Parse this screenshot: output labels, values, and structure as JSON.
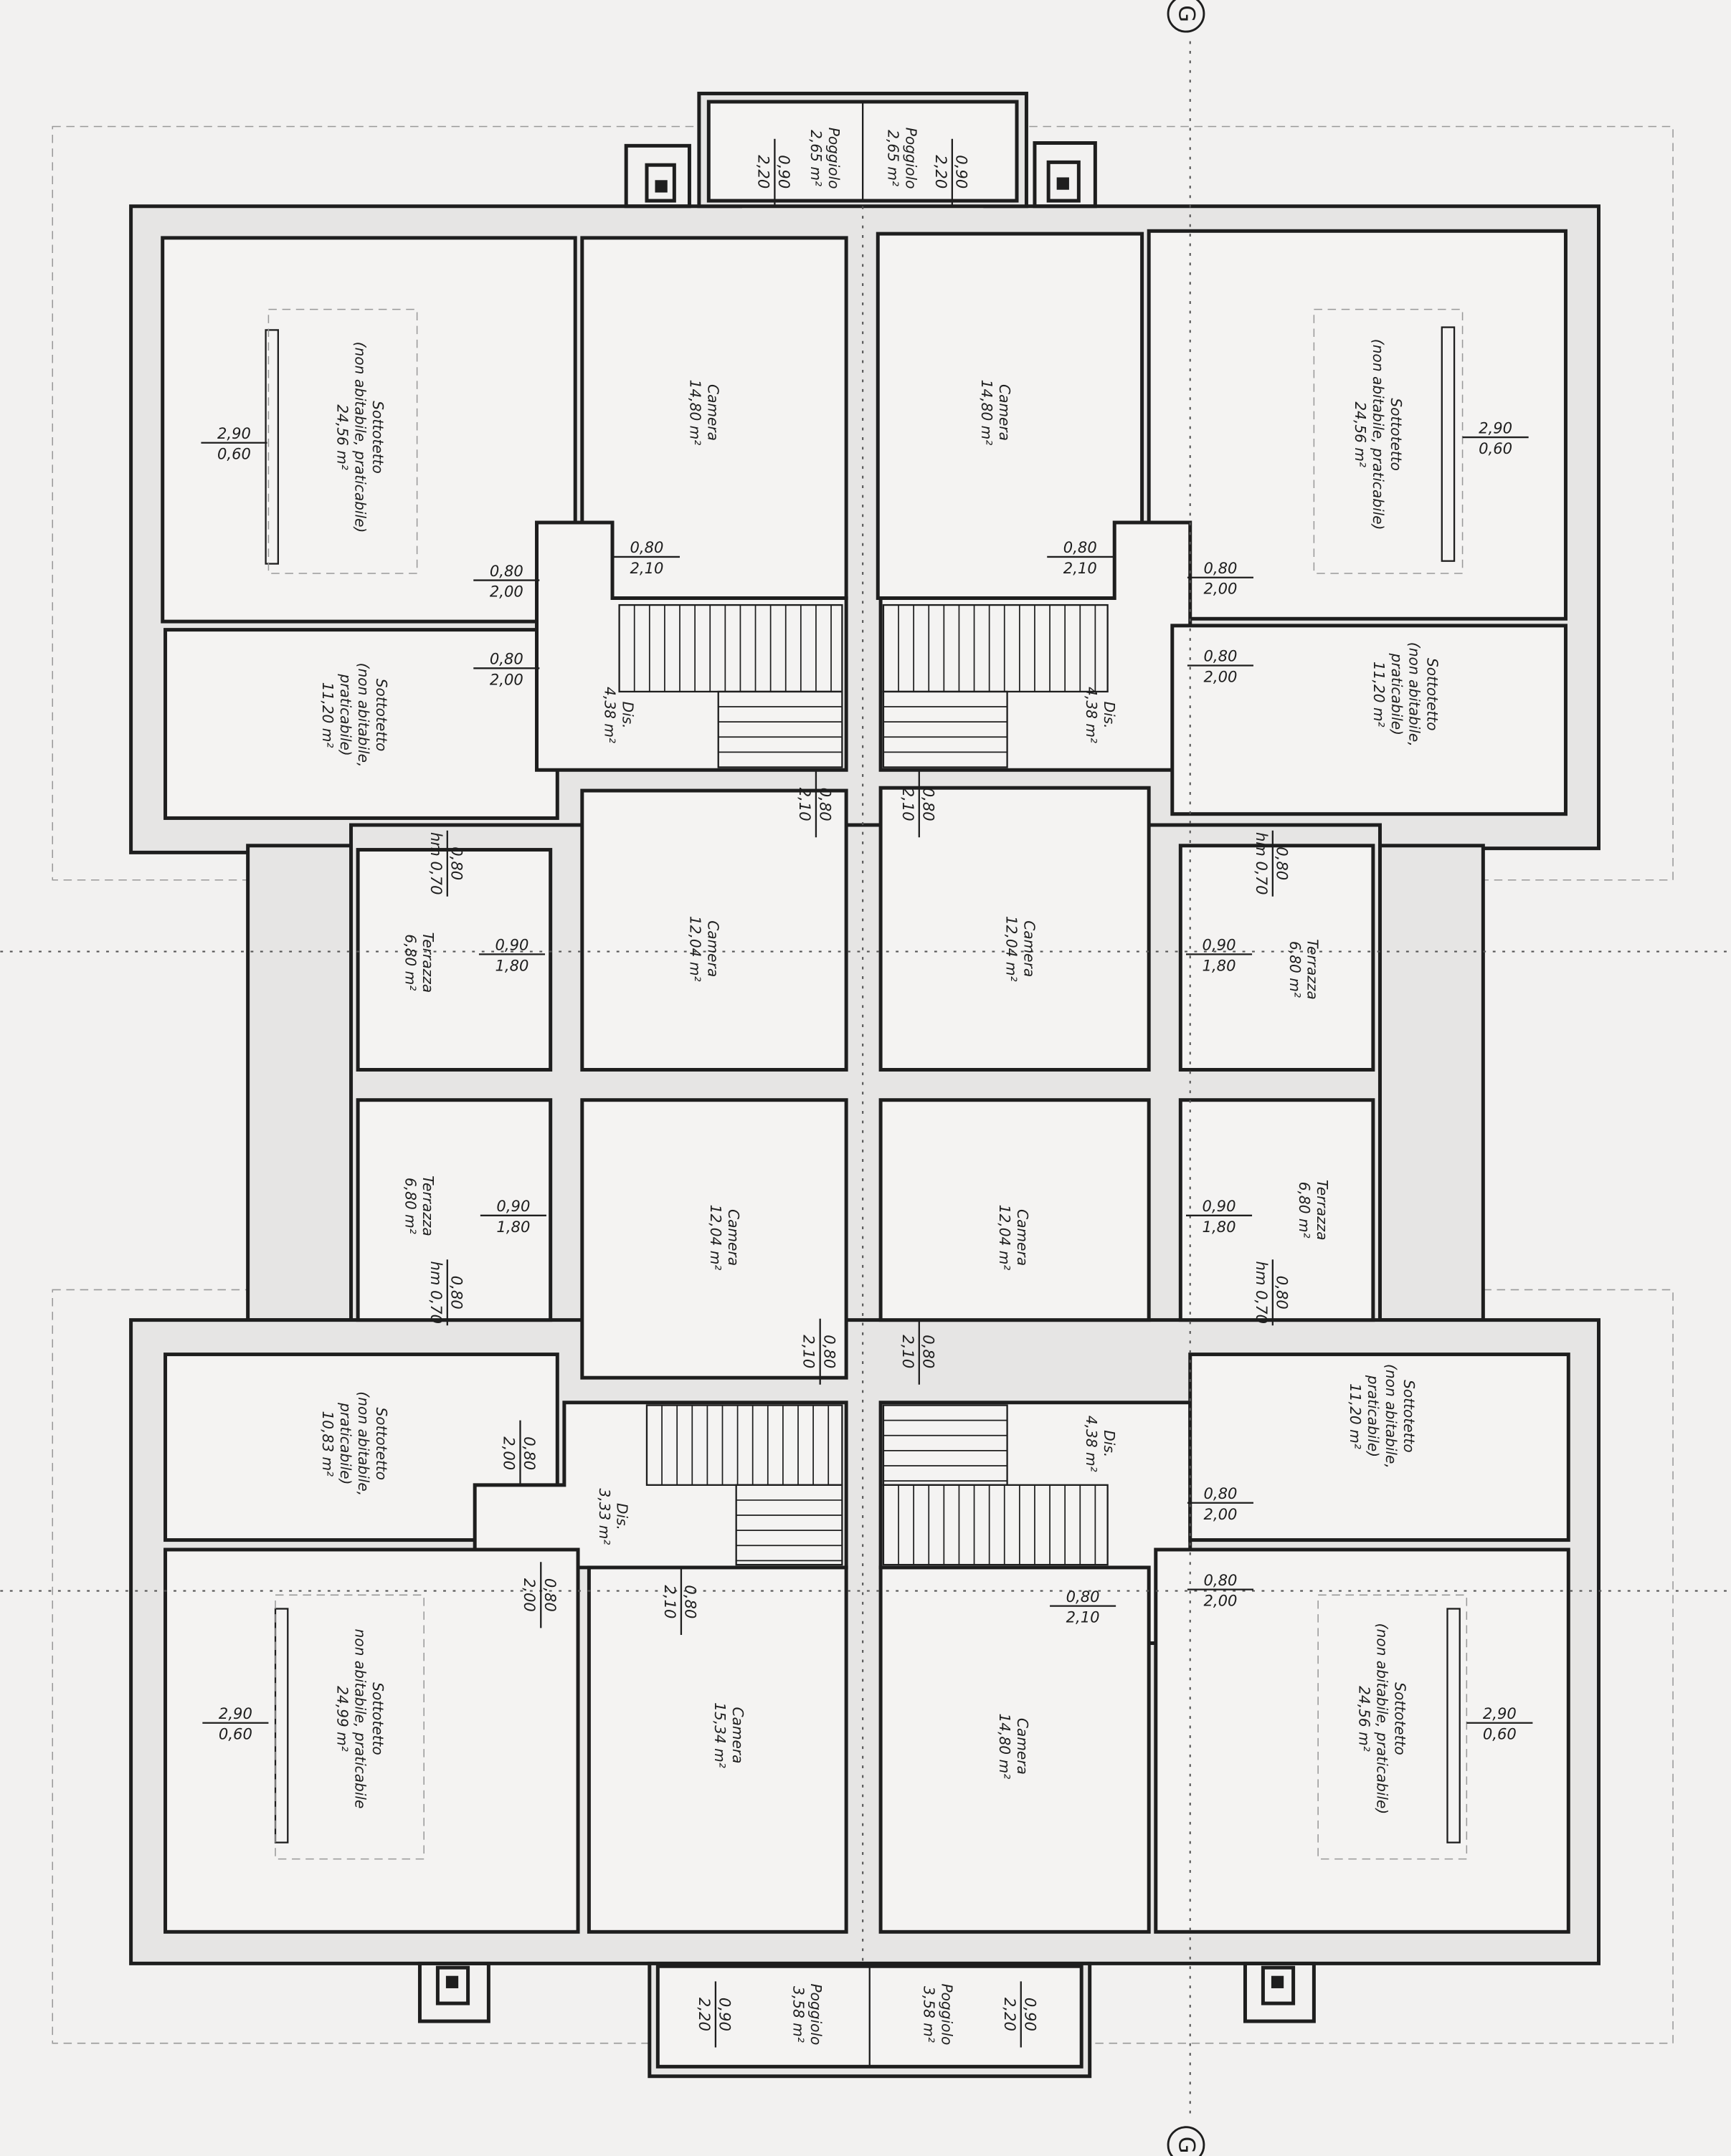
{
  "drawing": {
    "axis_marker": "G",
    "rooms": [
      {
        "lines": [
          "Poggiolo",
          "2,65 m²"
        ]
      },
      {
        "lines": [
          "Poggiolo",
          "2,65 m²"
        ]
      },
      {
        "lines": [
          "Sottotetto",
          "(non abitabile, praticabile)",
          "24,56 m²"
        ]
      },
      {
        "lines": [
          "Camera",
          "14,80 m²"
        ]
      },
      {
        "lines": [
          "Camera",
          "14,80 m²"
        ]
      },
      {
        "lines": [
          "Sottotetto",
          "(non abitabile, praticabile)",
          "24,56 m²"
        ]
      },
      {
        "lines": [
          "Sottotetto",
          "(non abitabile,",
          "praticabile)",
          "11,20 m²"
        ]
      },
      {
        "lines": [
          "Dis.",
          "4,38 m²"
        ]
      },
      {
        "lines": [
          "Dis.",
          "4,38 m²"
        ]
      },
      {
        "lines": [
          "Sottotetto",
          "(non abitabile,",
          "praticabile)",
          "11,20 m²"
        ]
      },
      {
        "lines": [
          "Terrazza",
          "6,80 m²"
        ]
      },
      {
        "lines": [
          "Camera",
          "12,04 m²"
        ]
      },
      {
        "lines": [
          "Camera",
          "12,04 m²"
        ]
      },
      {
        "lines": [
          "Terrazza",
          "6,80 m²"
        ]
      },
      {
        "lines": [
          "Terrazza",
          "6,80 m²"
        ]
      },
      {
        "lines": [
          "Camera",
          "12,04 m²"
        ]
      },
      {
        "lines": [
          "Camera",
          "12,04 m²"
        ]
      },
      {
        "lines": [
          "Terrazza",
          "6,80 m²"
        ]
      },
      {
        "lines": [
          "Sottotetto",
          "(non abitabile,",
          "praticabile)",
          "10,83 m²"
        ]
      },
      {
        "lines": [
          "Dis.",
          "3,33 m²"
        ]
      },
      {
        "lines": [
          "Dis.",
          "4,38 m²"
        ]
      },
      {
        "lines": [
          "Sottotetto",
          "(non abitabile,",
          "praticabile)",
          "11,20 m²"
        ]
      },
      {
        "lines": [
          "Sottotetto",
          "non abitabile, praticabile",
          "24,99 m²"
        ]
      },
      {
        "lines": [
          "Camera",
          "15,34 m²"
        ]
      },
      {
        "lines": [
          "Camera",
          "14,80 m²"
        ]
      },
      {
        "lines": [
          "Sottotetto",
          "(non abitabile, praticabile)",
          "24,56 m²"
        ]
      },
      {
        "lines": [
          "Poggiolo",
          "3,58 m²"
        ]
      },
      {
        "lines": [
          "Poggiolo",
          "3,58 m²"
        ]
      }
    ],
    "openings": [
      {
        "top": "0,80",
        "bottom": "2,00"
      },
      {
        "top": "0,80",
        "bottom": "2,00"
      },
      {
        "top": "0,80",
        "bottom": "2,10"
      },
      {
        "top": "0,80",
        "bottom": "2,10"
      },
      {
        "top": "0,80",
        "bottom": "2,00"
      },
      {
        "top": "0,80",
        "bottom": "2,00"
      },
      {
        "top": "0,90",
        "bottom": "1,80"
      },
      {
        "top": "0,90",
        "bottom": "1,80"
      },
      {
        "top": "0,90",
        "bottom": "1,80"
      },
      {
        "top": "0,90",
        "bottom": "1,80"
      },
      {
        "top": "0,80",
        "bottom": "2,00"
      },
      {
        "top": "0,80",
        "bottom": "2,00"
      },
      {
        "top": "0,80",
        "bottom": "2,10"
      },
      {
        "top": "2,90",
        "bottom": "0,60"
      },
      {
        "top": "2,90",
        "bottom": "0,60"
      },
      {
        "top": "2,90",
        "bottom": "0,60"
      },
      {
        "top": "2,90",
        "bottom": "0,60"
      },
      {
        "top": "0,80",
        "bottom": "2,10"
      },
      {
        "top": "0,80",
        "bottom": "2,10"
      },
      {
        "top": "0,80",
        "bottom": "hm 0,70"
      },
      {
        "top": "0,80",
        "bottom": "hm 0,70"
      },
      {
        "top": "0,80",
        "bottom": "hm 0,70"
      },
      {
        "top": "0,80",
        "bottom": "hm 0,70"
      },
      {
        "top": "0,80",
        "bottom": "2,10"
      },
      {
        "top": "0,80",
        "bottom": "2,10"
      },
      {
        "top": "0,80",
        "bottom": "2,00"
      },
      {
        "top": "0,80",
        "bottom": "2,00"
      },
      {
        "top": "0,80",
        "bottom": "2,10"
      },
      {
        "top": "0,90",
        "bottom": "2,20"
      },
      {
        "top": "0,90",
        "bottom": "2,20"
      },
      {
        "top": "0,90",
        "bottom": "2,20"
      },
      {
        "top": "0,90",
        "bottom": "2,20"
      }
    ]
  }
}
